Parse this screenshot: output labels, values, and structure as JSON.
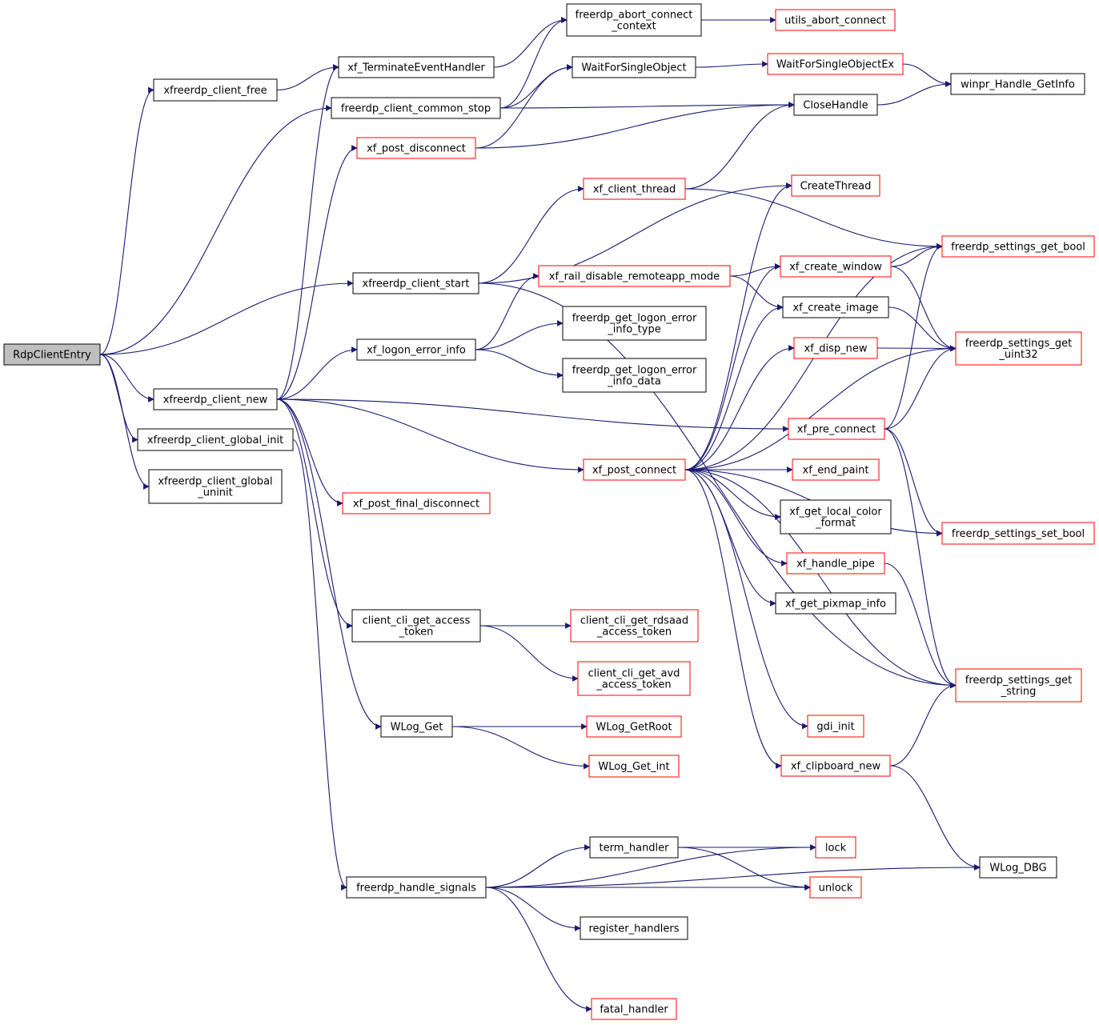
{
  "diagram": {
    "colors": {
      "edge": "#191970",
      "border_default": "#000000",
      "border_incomplete": "#ff0000",
      "root_fill": "#bfbfbf",
      "node_fill": "#ffffff"
    },
    "nodes": [
      {
        "id": "RdpClientEntry",
        "lines": [
          "RdpClientEntry"
        ],
        "border": "black",
        "root": true
      },
      {
        "id": "xfreerdp_client_free",
        "lines": [
          "xfreerdp_client_free"
        ],
        "border": "black"
      },
      {
        "id": "xfreerdp_client_new",
        "lines": [
          "xfreerdp_client_new"
        ],
        "border": "black"
      },
      {
        "id": "xfreerdp_client_global_init",
        "lines": [
          "xfreerdp_client_global_init"
        ],
        "border": "black"
      },
      {
        "id": "xfreerdp_client_global_uninit",
        "lines": [
          "xfreerdp_client_global",
          "_uninit"
        ],
        "border": "black"
      },
      {
        "id": "xf_TerminateEventHandler",
        "lines": [
          "xf_TerminateEventHandler"
        ],
        "border": "black"
      },
      {
        "id": "freerdp_client_common_stop",
        "lines": [
          "freerdp_client_common_stop"
        ],
        "border": "black"
      },
      {
        "id": "xf_post_disconnect",
        "lines": [
          "xf_post_disconnect"
        ],
        "border": "red"
      },
      {
        "id": "xfreerdp_client_start",
        "lines": [
          "xfreerdp_client_start"
        ],
        "border": "black"
      },
      {
        "id": "xf_logon_error_info",
        "lines": [
          "xf_logon_error_info"
        ],
        "border": "black"
      },
      {
        "id": "xf_post_final_disconnect",
        "lines": [
          "xf_post_final_disconnect"
        ],
        "border": "red"
      },
      {
        "id": "client_cli_get_access_token",
        "lines": [
          "client_cli_get_access",
          "_token"
        ],
        "border": "black"
      },
      {
        "id": "WLog_Get",
        "lines": [
          "WLog_Get"
        ],
        "border": "black"
      },
      {
        "id": "freerdp_handle_signals",
        "lines": [
          "freerdp_handle_signals"
        ],
        "border": "black"
      },
      {
        "id": "freerdp_abort_connect_context",
        "lines": [
          "freerdp_abort_connect",
          "_context"
        ],
        "border": "black"
      },
      {
        "id": "WaitForSingleObject",
        "lines": [
          "WaitForSingleObject"
        ],
        "border": "black"
      },
      {
        "id": "xf_client_thread",
        "lines": [
          "xf_client_thread"
        ],
        "border": "red"
      },
      {
        "id": "xf_rail_disable_remoteapp_mode",
        "lines": [
          "xf_rail_disable_remoteapp_mode"
        ],
        "border": "red"
      },
      {
        "id": "freerdp_get_logon_error_info_type",
        "lines": [
          "freerdp_get_logon_error",
          "_info_type"
        ],
        "border": "black"
      },
      {
        "id": "freerdp_get_logon_error_info_data",
        "lines": [
          "freerdp_get_logon_error",
          "_info_data"
        ],
        "border": "black"
      },
      {
        "id": "xf_post_connect",
        "lines": [
          "xf_post_connect"
        ],
        "border": "red"
      },
      {
        "id": "client_cli_get_rdsaad_access_token",
        "lines": [
          "client_cli_get_rdsaad",
          "_access_token"
        ],
        "border": "red"
      },
      {
        "id": "client_cli_get_avd_access_token",
        "lines": [
          "client_cli_get_avd",
          "_access_token"
        ],
        "border": "red"
      },
      {
        "id": "WLog_GetRoot",
        "lines": [
          "WLog_GetRoot"
        ],
        "border": "red"
      },
      {
        "id": "WLog_Get_int",
        "lines": [
          "WLog_Get_int"
        ],
        "border": "red"
      },
      {
        "id": "term_handler",
        "lines": [
          "term_handler"
        ],
        "border": "black"
      },
      {
        "id": "register_handlers",
        "lines": [
          "register_handlers"
        ],
        "border": "black"
      },
      {
        "id": "fatal_handler",
        "lines": [
          "fatal_handler"
        ],
        "border": "red"
      },
      {
        "id": "utils_abort_connect",
        "lines": [
          "utils_abort_connect"
        ],
        "border": "red"
      },
      {
        "id": "WaitForSingleObjectEx",
        "lines": [
          "WaitForSingleObjectEx"
        ],
        "border": "red"
      },
      {
        "id": "CloseHandle",
        "lines": [
          "CloseHandle"
        ],
        "border": "black"
      },
      {
        "id": "CreateThread",
        "lines": [
          "CreateThread"
        ],
        "border": "red"
      },
      {
        "id": "xf_create_window",
        "lines": [
          "xf_create_window"
        ],
        "border": "red"
      },
      {
        "id": "xf_create_image",
        "lines": [
          "xf_create_image"
        ],
        "border": "black"
      },
      {
        "id": "xf_disp_new",
        "lines": [
          "xf_disp_new"
        ],
        "border": "red"
      },
      {
        "id": "xf_pre_connect",
        "lines": [
          "xf_pre_connect"
        ],
        "border": "red"
      },
      {
        "id": "xf_end_paint",
        "lines": [
          "xf_end_paint"
        ],
        "border": "red"
      },
      {
        "id": "xf_get_local_color_format",
        "lines": [
          "xf_get_local_color",
          "_format"
        ],
        "border": "black"
      },
      {
        "id": "xf_handle_pipe",
        "lines": [
          "xf_handle_pipe"
        ],
        "border": "red"
      },
      {
        "id": "xf_get_pixmap_info",
        "lines": [
          "xf_get_pixmap_info"
        ],
        "border": "black"
      },
      {
        "id": "gdi_init",
        "lines": [
          "gdi_init"
        ],
        "border": "red"
      },
      {
        "id": "xf_clipboard_new",
        "lines": [
          "xf_clipboard_new"
        ],
        "border": "red"
      },
      {
        "id": "lock",
        "lines": [
          "lock"
        ],
        "border": "red"
      },
      {
        "id": "unlock",
        "lines": [
          "unlock"
        ],
        "border": "red"
      },
      {
        "id": "winpr_Handle_GetInfo",
        "lines": [
          "winpr_Handle_GetInfo"
        ],
        "border": "black"
      },
      {
        "id": "freerdp_settings_get_bool",
        "lines": [
          "freerdp_settings_get_bool"
        ],
        "border": "red"
      },
      {
        "id": "freerdp_settings_get_uint32",
        "lines": [
          "freerdp_settings_get",
          "_uint32"
        ],
        "border": "red"
      },
      {
        "id": "freerdp_settings_set_bool",
        "lines": [
          "freerdp_settings_set_bool"
        ],
        "border": "red"
      },
      {
        "id": "freerdp_settings_get_string",
        "lines": [
          "freerdp_settings_get",
          "_string"
        ],
        "border": "red"
      },
      {
        "id": "WLog_DBG",
        "lines": [
          "WLog_DBG"
        ],
        "border": "black"
      }
    ],
    "edges": [
      [
        "RdpClientEntry",
        "xfreerdp_client_free"
      ],
      [
        "RdpClientEntry",
        "freerdp_client_common_stop"
      ],
      [
        "RdpClientEntry",
        "xfreerdp_client_start"
      ],
      [
        "RdpClientEntry",
        "xfreerdp_client_new"
      ],
      [
        "RdpClientEntry",
        "xfreerdp_client_global_init"
      ],
      [
        "RdpClientEntry",
        "xfreerdp_client_global_uninit"
      ],
      [
        "xfreerdp_client_free",
        "xf_TerminateEventHandler"
      ],
      [
        "xf_TerminateEventHandler",
        "freerdp_abort_connect_context"
      ],
      [
        "freerdp_abort_connect_context",
        "utils_abort_connect"
      ],
      [
        "freerdp_client_common_stop",
        "freerdp_abort_connect_context"
      ],
      [
        "freerdp_client_common_stop",
        "WaitForSingleObject"
      ],
      [
        "freerdp_client_common_stop",
        "CloseHandle"
      ],
      [
        "WaitForSingleObject",
        "WaitForSingleObjectEx"
      ],
      [
        "WaitForSingleObjectEx",
        "winpr_Handle_GetInfo"
      ],
      [
        "CloseHandle",
        "winpr_Handle_GetInfo"
      ],
      [
        "xf_post_disconnect",
        "WaitForSingleObject"
      ],
      [
        "xf_post_disconnect",
        "CloseHandle"
      ],
      [
        "xfreerdp_client_start",
        "xf_client_thread"
      ],
      [
        "xfreerdp_client_start",
        "CreateThread"
      ],
      [
        "xfreerdp_client_start",
        "freerdp_settings_get_string"
      ],
      [
        "xf_client_thread",
        "CloseHandle"
      ],
      [
        "xf_client_thread",
        "freerdp_settings_get_bool"
      ],
      [
        "xf_rail_disable_remoteapp_mode",
        "xf_create_window"
      ],
      [
        "xf_rail_disable_remoteapp_mode",
        "xf_create_image"
      ],
      [
        "xf_logon_error_info",
        "xf_rail_disable_remoteapp_mode"
      ],
      [
        "xf_logon_error_info",
        "freerdp_get_logon_error_info_type"
      ],
      [
        "xf_logon_error_info",
        "freerdp_get_logon_error_info_data"
      ],
      [
        "xfreerdp_client_new",
        "xf_TerminateEventHandler"
      ],
      [
        "xfreerdp_client_new",
        "xf_post_disconnect"
      ],
      [
        "xfreerdp_client_new",
        "xf_logon_error_info"
      ],
      [
        "xfreerdp_client_new",
        "xf_pre_connect"
      ],
      [
        "xfreerdp_client_new",
        "xf_post_connect"
      ],
      [
        "xfreerdp_client_new",
        "xf_post_final_disconnect"
      ],
      [
        "xfreerdp_client_new",
        "client_cli_get_access_token"
      ],
      [
        "xfreerdp_client_new",
        "WLog_Get"
      ],
      [
        "xfreerdp_client_global_init",
        "freerdp_handle_signals"
      ],
      [
        "client_cli_get_access_token",
        "client_cli_get_rdsaad_access_token"
      ],
      [
        "client_cli_get_access_token",
        "client_cli_get_avd_access_token"
      ],
      [
        "WLog_Get",
        "WLog_GetRoot"
      ],
      [
        "WLog_Get",
        "WLog_Get_int"
      ],
      [
        "xf_post_connect",
        "CreateThread"
      ],
      [
        "xf_post_connect",
        "freerdp_settings_get_bool"
      ],
      [
        "xf_post_connect",
        "xf_create_window"
      ],
      [
        "xf_post_connect",
        "xf_create_image"
      ],
      [
        "xf_post_connect",
        "xf_disp_new"
      ],
      [
        "xf_post_connect",
        "freerdp_settings_get_uint32"
      ],
      [
        "xf_post_connect",
        "xf_end_paint"
      ],
      [
        "xf_post_connect",
        "xf_get_local_color_format"
      ],
      [
        "xf_post_connect",
        "xf_handle_pipe"
      ],
      [
        "xf_post_connect",
        "xf_get_pixmap_info"
      ],
      [
        "xf_post_connect",
        "freerdp_settings_set_bool"
      ],
      [
        "xf_post_connect",
        "freerdp_settings_get_string"
      ],
      [
        "xf_post_connect",
        "gdi_init"
      ],
      [
        "xf_post_connect",
        "xf_clipboard_new"
      ],
      [
        "xf_create_window",
        "freerdp_settings_get_bool"
      ],
      [
        "xf_create_window",
        "freerdp_settings_get_uint32"
      ],
      [
        "xf_create_image",
        "freerdp_settings_get_uint32"
      ],
      [
        "xf_disp_new",
        "freerdp_settings_get_uint32"
      ],
      [
        "xf_pre_connect",
        "freerdp_settings_get_bool"
      ],
      [
        "xf_pre_connect",
        "freerdp_settings_get_uint32"
      ],
      [
        "xf_pre_connect",
        "freerdp_settings_set_bool"
      ],
      [
        "xf_pre_connect",
        "freerdp_settings_get_string"
      ],
      [
        "xf_handle_pipe",
        "freerdp_settings_get_string"
      ],
      [
        "xf_clipboard_new",
        "freerdp_settings_get_string"
      ],
      [
        "xf_clipboard_new",
        "WLog_DBG"
      ],
      [
        "freerdp_handle_signals",
        "lock"
      ],
      [
        "freerdp_handle_signals",
        "term_handler"
      ],
      [
        "freerdp_handle_signals",
        "unlock"
      ],
      [
        "freerdp_handle_signals",
        "register_handlers"
      ],
      [
        "freerdp_handle_signals",
        "WLog_DBG"
      ],
      [
        "freerdp_handle_signals",
        "fatal_handler"
      ],
      [
        "term_handler",
        "lock"
      ],
      [
        "term_handler",
        "unlock"
      ]
    ]
  }
}
